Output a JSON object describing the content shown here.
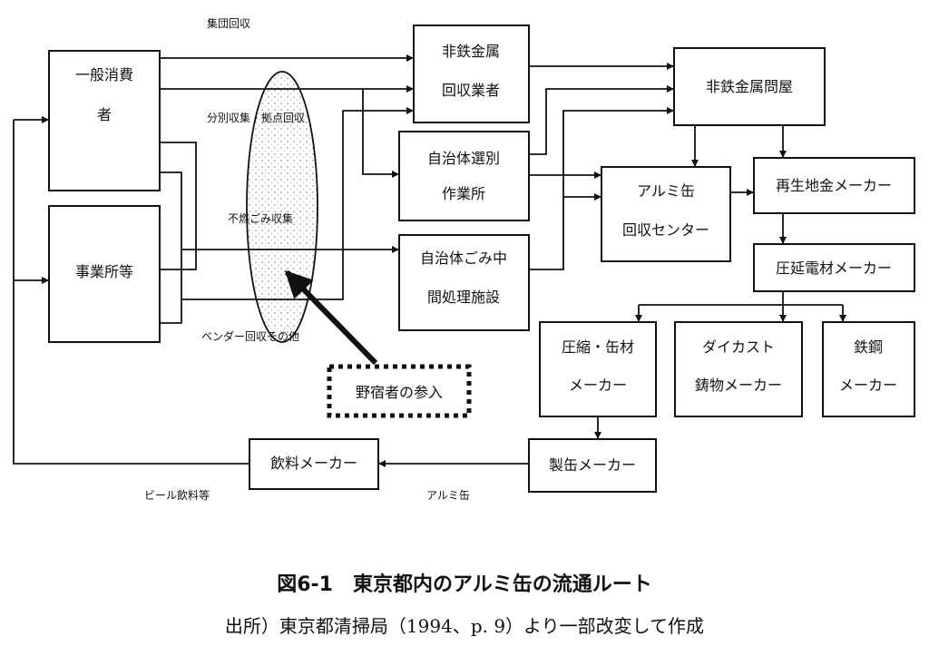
{
  "boxes": {
    "general_consumer": [
      "一般消費",
      "者"
    ],
    "business": "事業所等",
    "nonferrous_collector": [
      "非鉄金属",
      "回収業者"
    ],
    "municipal_sorting": [
      "自治体選別",
      "作業所"
    ],
    "municipal_waste": [
      "自治体ごみ中",
      "間処理施設"
    ],
    "nonferrous_wholesaler": "非鉄金属問屋",
    "aluminum_can_center": [
      "アルミ缶",
      "回収センター"
    ],
    "recycled_ingot_maker": "再生地金メーカー",
    "rolled_material_maker": "圧延電材メーカー",
    "rolled_can_material_maker": [
      "圧縮・缶材",
      "メーカー"
    ],
    "diecast_maker": [
      "ダイカスト",
      "鋳物メーカー"
    ],
    "steel_maker": [
      "鉄鋼",
      "メーカー"
    ],
    "can_maker": "製缶メーカー",
    "beverage_maker": "飲料メーカー"
  },
  "labels": {
    "group_collection": "集団回収",
    "separate_collection": "分別収集・拠点回収",
    "nonburnable_collection": "不燃ごみ収集",
    "vendor_collection": "ベンダー回収その他",
    "beer_beverage": "ビール飲料等",
    "aluminum_can": "アルミ缶"
  },
  "callout": "野宿者の参入",
  "caption": {
    "title": "図6-1　東京都内のアルミ缶の流通ルート",
    "source": "出所）東京都清掃局（1994、p. 9）より一部改変して作成"
  }
}
